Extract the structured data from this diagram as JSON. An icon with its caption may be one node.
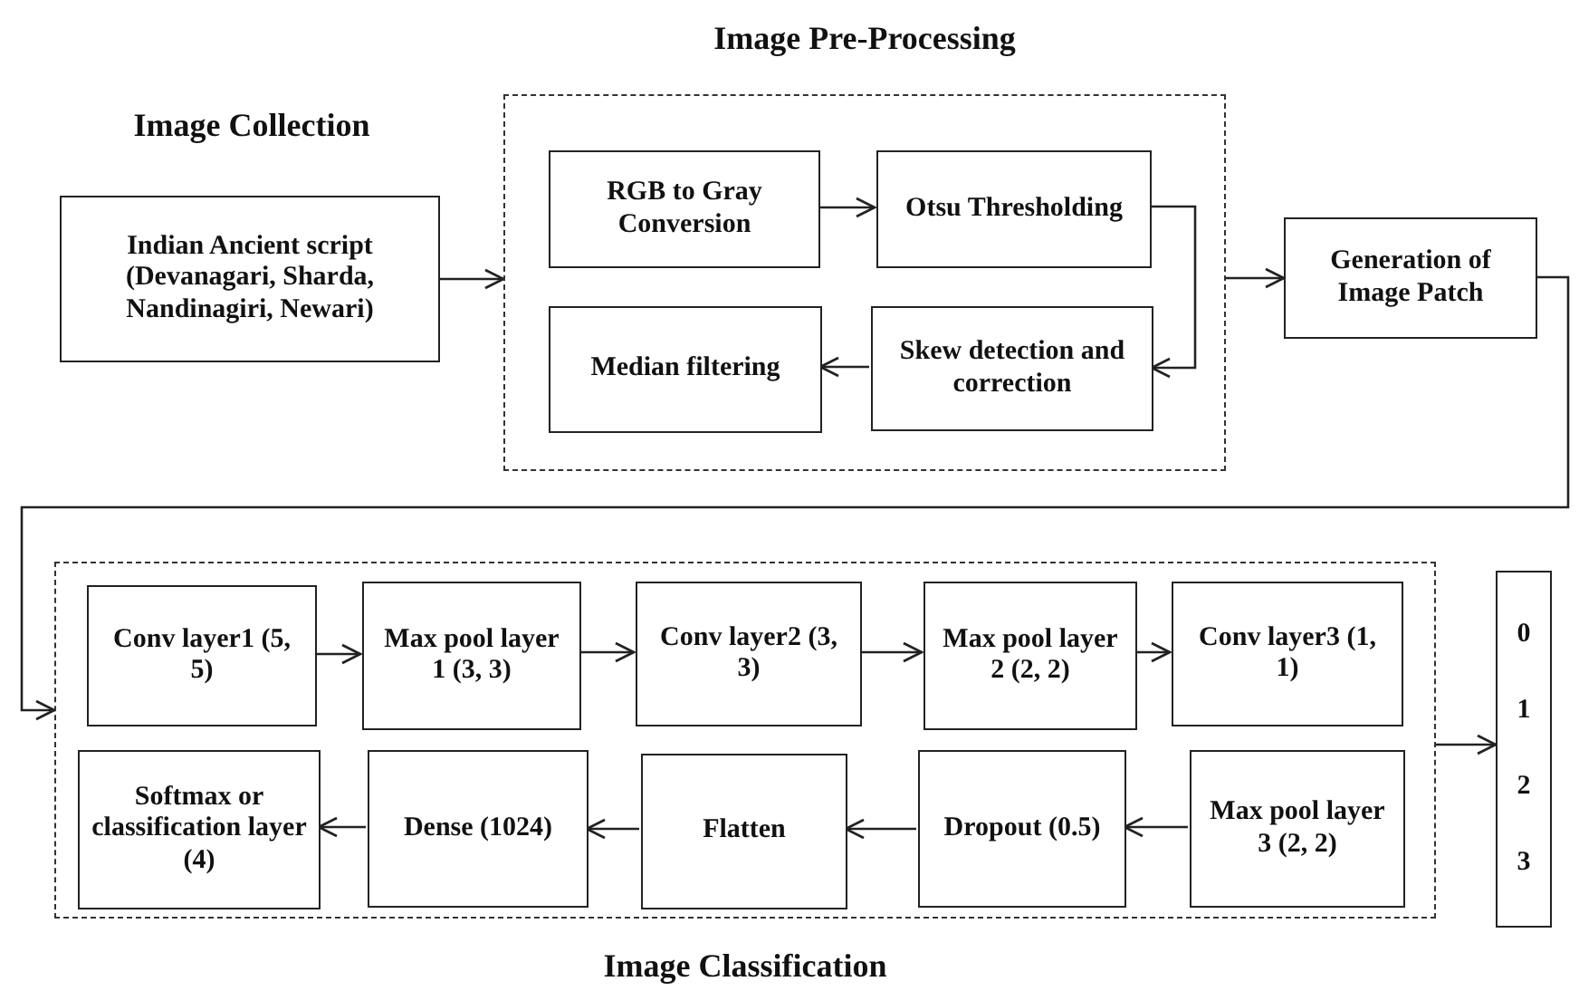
{
  "diagram": {
    "nodes": [
      {
        "text": [
          "Image Collection",
          "Indian Ancient script (Devanagari, Sharda, Nandinagiri, Newari)"
        ]
      },
      {
        "text": [
          "Image Pre-Processing"
        ]
      },
      {
        "text": [
          "RGB to Gray Conversion"
        ],
        "in": 1
      },
      {
        "text": [
          "Otsu Thresholding"
        ],
        "in": 1
      },
      {
        "text": [
          "Median filtering"
        ],
        "in": 1
      },
      {
        "text": [
          "Skew detection and correction"
        ],
        "in": 1
      },
      {
        "text": [
          "Generation of Image Patch"
        ]
      },
      {
        "text": [
          "Image Classification"
        ]
      },
      {
        "text": [
          "Conv layer1 (5, 5)"
        ],
        "in": 7
      },
      {
        "text": [
          "Max pool layer 1 (3, 3)"
        ],
        "in": 7
      },
      {
        "text": [
          "Conv layer2 (3, 3)"
        ],
        "in": 7
      },
      {
        "text": [
          "Max pool layer 2 (2, 2)"
        ],
        "in": 7
      },
      {
        "text": [
          "Conv layer3 (1, 1)"
        ],
        "in": 7
      },
      {
        "text": [
          "Softmax or classification layer (4)"
        ],
        "in": 7
      },
      {
        "text": [
          "Dense (1024)"
        ],
        "in": 7
      },
      {
        "text": [
          "Flatten"
        ],
        "in": 7
      },
      {
        "text": [
          "Dropout (0.5)"
        ],
        "in": 7
      },
      {
        "text": [
          "Max pool layer 3 (2, 2)"
        ],
        "in": 7
      },
      {
        "text": [
          "0",
          "1",
          "2",
          "3"
        ]
      }
    ],
    "edges": [
      {
        "from": 0,
        "to": 1,
        "arrow": "to"
      },
      {
        "from": 2,
        "to": 3,
        "arrow": "to"
      },
      {
        "from": 3,
        "to": 5,
        "arrow": "to"
      },
      {
        "from": 5,
        "to": 4,
        "arrow": "to"
      },
      {
        "from": 1,
        "to": 6,
        "arrow": "to"
      },
      {
        "from": 6,
        "to": 7,
        "arrow": "to"
      },
      {
        "from": 8,
        "to": 9,
        "arrow": "to"
      },
      {
        "from": 9,
        "to": 10,
        "arrow": "to"
      },
      {
        "from": 10,
        "to": 11,
        "arrow": "to"
      },
      {
        "from": 11,
        "to": 12,
        "arrow": "to"
      },
      {
        "from": 17,
        "to": 16,
        "arrow": "to"
      },
      {
        "from": 16,
        "to": 15,
        "arrow": "to"
      },
      {
        "from": 15,
        "to": 14,
        "arrow": "to"
      },
      {
        "from": 14,
        "to": 13,
        "arrow": "to"
      },
      {
        "from": 7,
        "to": 18,
        "arrow": "to"
      }
    ]
  }
}
